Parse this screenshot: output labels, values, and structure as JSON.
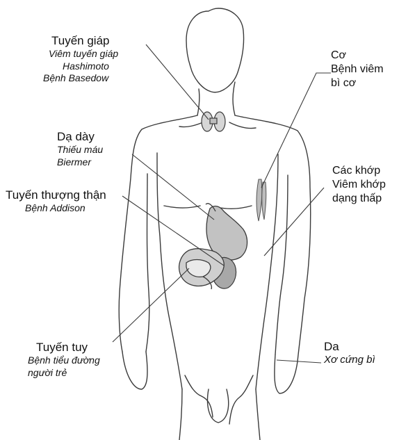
{
  "labels": {
    "thyroid": {
      "title": "Tuyến giáp",
      "line1": "Viêm tuyến giáp",
      "line2": "Hashimoto",
      "line3": "Bệnh Basedow"
    },
    "stomach": {
      "title": "Dạ dày",
      "line1": "Thiếu máu",
      "line2": "Biermer"
    },
    "adrenal": {
      "title": "Tuyến thượng thận",
      "line1": "Bệnh Addison"
    },
    "pancreas": {
      "title": "Tuyến tuy",
      "line1": "Bệnh tiểu đường",
      "line2": "người trẻ"
    },
    "muscle": {
      "title": "Cơ",
      "line1": "Bệnh viêm",
      "line2": "bì cơ"
    },
    "joints": {
      "title": "Các khớp",
      "line1": "Viêm khớp",
      "line2": "dạng thấp"
    },
    "skin": {
      "title": "Da",
      "line1": "Xơ cứng bì"
    }
  },
  "colors": {
    "outline": "#3a3a3a",
    "organ_fill": "#c9c9c9",
    "organ_dark": "#8e8e8e",
    "text": "#111111"
  }
}
